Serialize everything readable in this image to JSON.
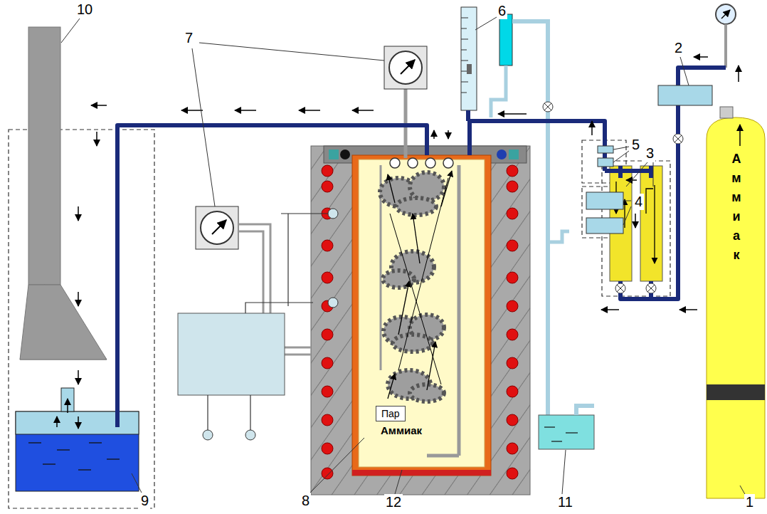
{
  "diagram": {
    "nodes": [
      {
        "text": [
          "Аммиак"
        ]
      },
      {
        "text": [
          "Аммиак"
        ]
      },
      {
        "text": [
          "Пар"
        ],
        "in": 1
      }
    ],
    "labels": [
      "10",
      "2",
      "6",
      "7",
      "5",
      "4",
      "3",
      "9",
      "8",
      "12",
      "11",
      "1"
    ]
  }
}
